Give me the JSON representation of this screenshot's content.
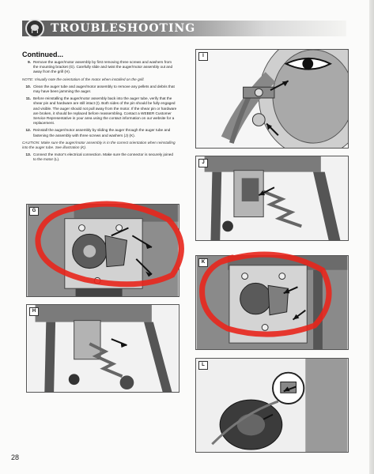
{
  "header": {
    "title": "TROUBLESHOOTING",
    "section": "Continued..."
  },
  "steps": [
    {
      "num": "9.",
      "text": "Remove the auger/motor assembly by first removing three screws and washers from the mounting bracket (G). Carefully slide and twist the auger/motor assembly out and away from the grill (H)."
    },
    {
      "num": "10.",
      "text": "Clean the auger tube and auger/motor assembly to remove any pellets and debris that may have been jamming the auger."
    },
    {
      "num": "11.",
      "text": "Before reinstalling the auger/motor assembly back into the auger tube, verify that the shear pin and hardware are still intact (I). Both sides of the pin should be fully engaged and visible. The auger should not pull away from the motor. If the shear pin or hardware are broken, it should be replaced before reassembling. Contact a WEBER Customer Service Representative in your area using the contact information on our website for a replacement."
    },
    {
      "num": "12.",
      "text": "Reinstall the auger/motor assembly by sliding the auger through the auger tube and fastening the assembly with three screws and washers (J) (K)."
    },
    {
      "num": "13.",
      "text": "Connect the motor's electrical connection. Make sure the connector is securely joined to the motor (L)."
    }
  ],
  "notes": {
    "note": "NOTE: Visually note the orientation of the motor when installed on the grill.",
    "caution": "CAUTION: Make sure the auger/motor assembly is in the correct orientation when reinstalling into the auger tube. See illustration (K)."
  },
  "panels": {
    "I": "I",
    "J": "J",
    "G": "G",
    "K": "K",
    "H": "H",
    "L": "L"
  },
  "page_number": "28",
  "colors": {
    "annotation_red": "#e8261c",
    "header_dark": "#5a5a5a"
  }
}
